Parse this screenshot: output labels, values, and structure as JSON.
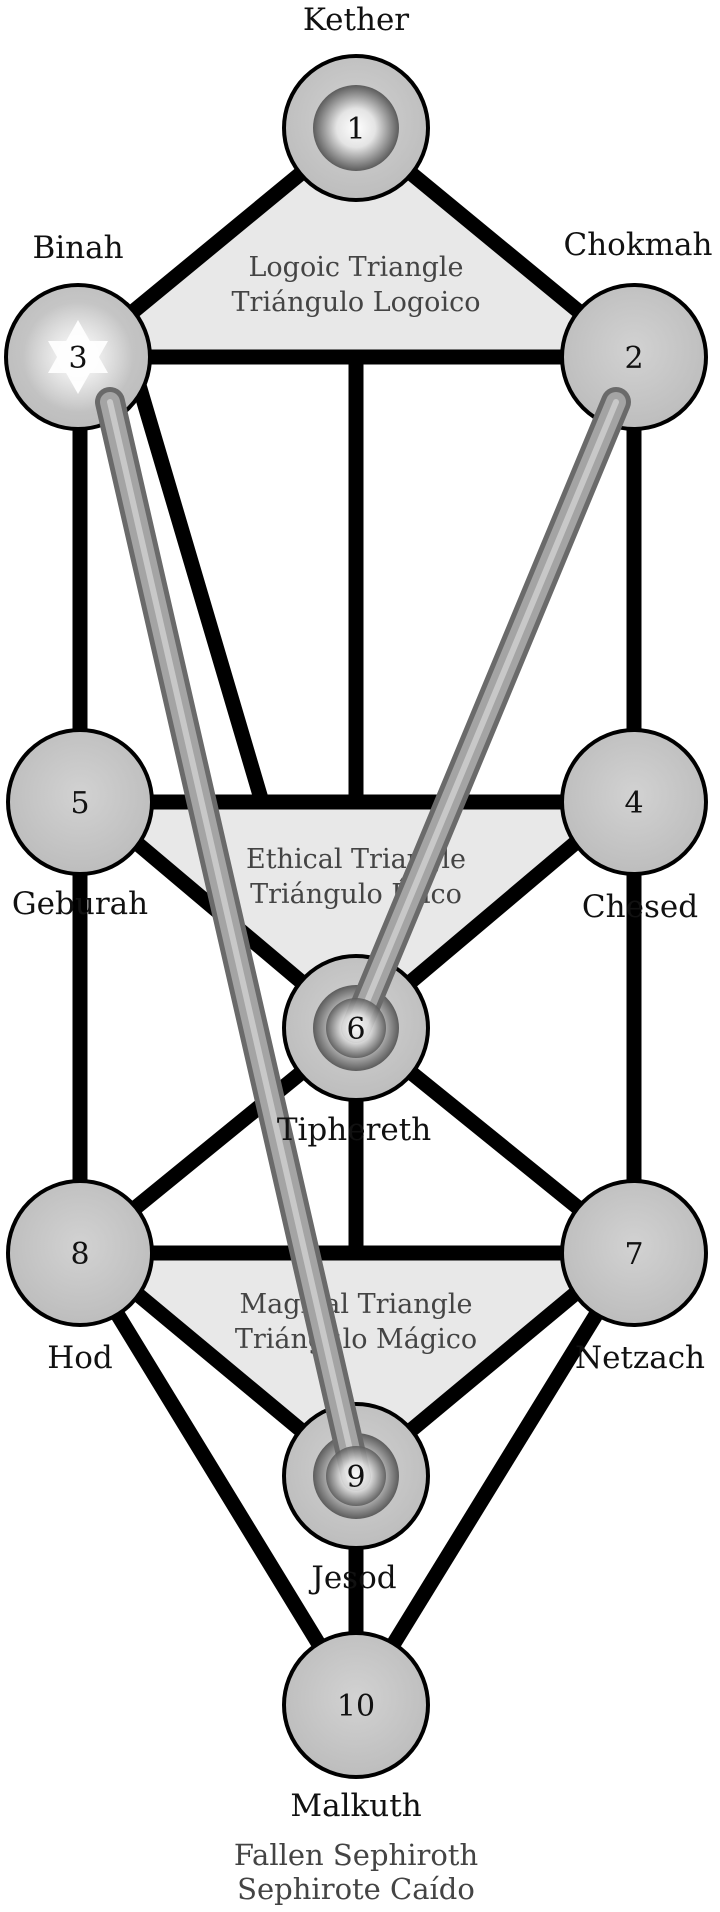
{
  "sephiroth": [
    {
      "number": "1",
      "name": "Kether"
    },
    {
      "number": "2",
      "name": "Chokmah"
    },
    {
      "number": "3",
      "name": "Binah"
    },
    {
      "number": "4",
      "name": "Chesed"
    },
    {
      "number": "5",
      "name": "Geburah"
    },
    {
      "number": "6",
      "name": "Tiphereth"
    },
    {
      "number": "7",
      "name": "Netzach"
    },
    {
      "number": "8",
      "name": "Hod"
    },
    {
      "number": "9",
      "name": "Jesod"
    },
    {
      "number": "10",
      "name": "Malkuth"
    }
  ],
  "triangles": {
    "logoic": {
      "line1": "Logoic Triangle",
      "line2": "Triángulo Logoico"
    },
    "ethical": {
      "line1": "Ethical Triangle",
      "line2": "Triángulo Ético"
    },
    "magical": {
      "line1": "Magical Triangle",
      "line2": "Triángulo Mágico"
    }
  },
  "footer": {
    "line1": "Fallen Sephiroth",
    "line2": "Sephirote Caído"
  },
  "colors": {
    "path": "#000000",
    "triangle_fill": "#e8e8e8",
    "sphere_fill": "#c4c4c4",
    "fallen_bar": "#8c8c8c"
  }
}
